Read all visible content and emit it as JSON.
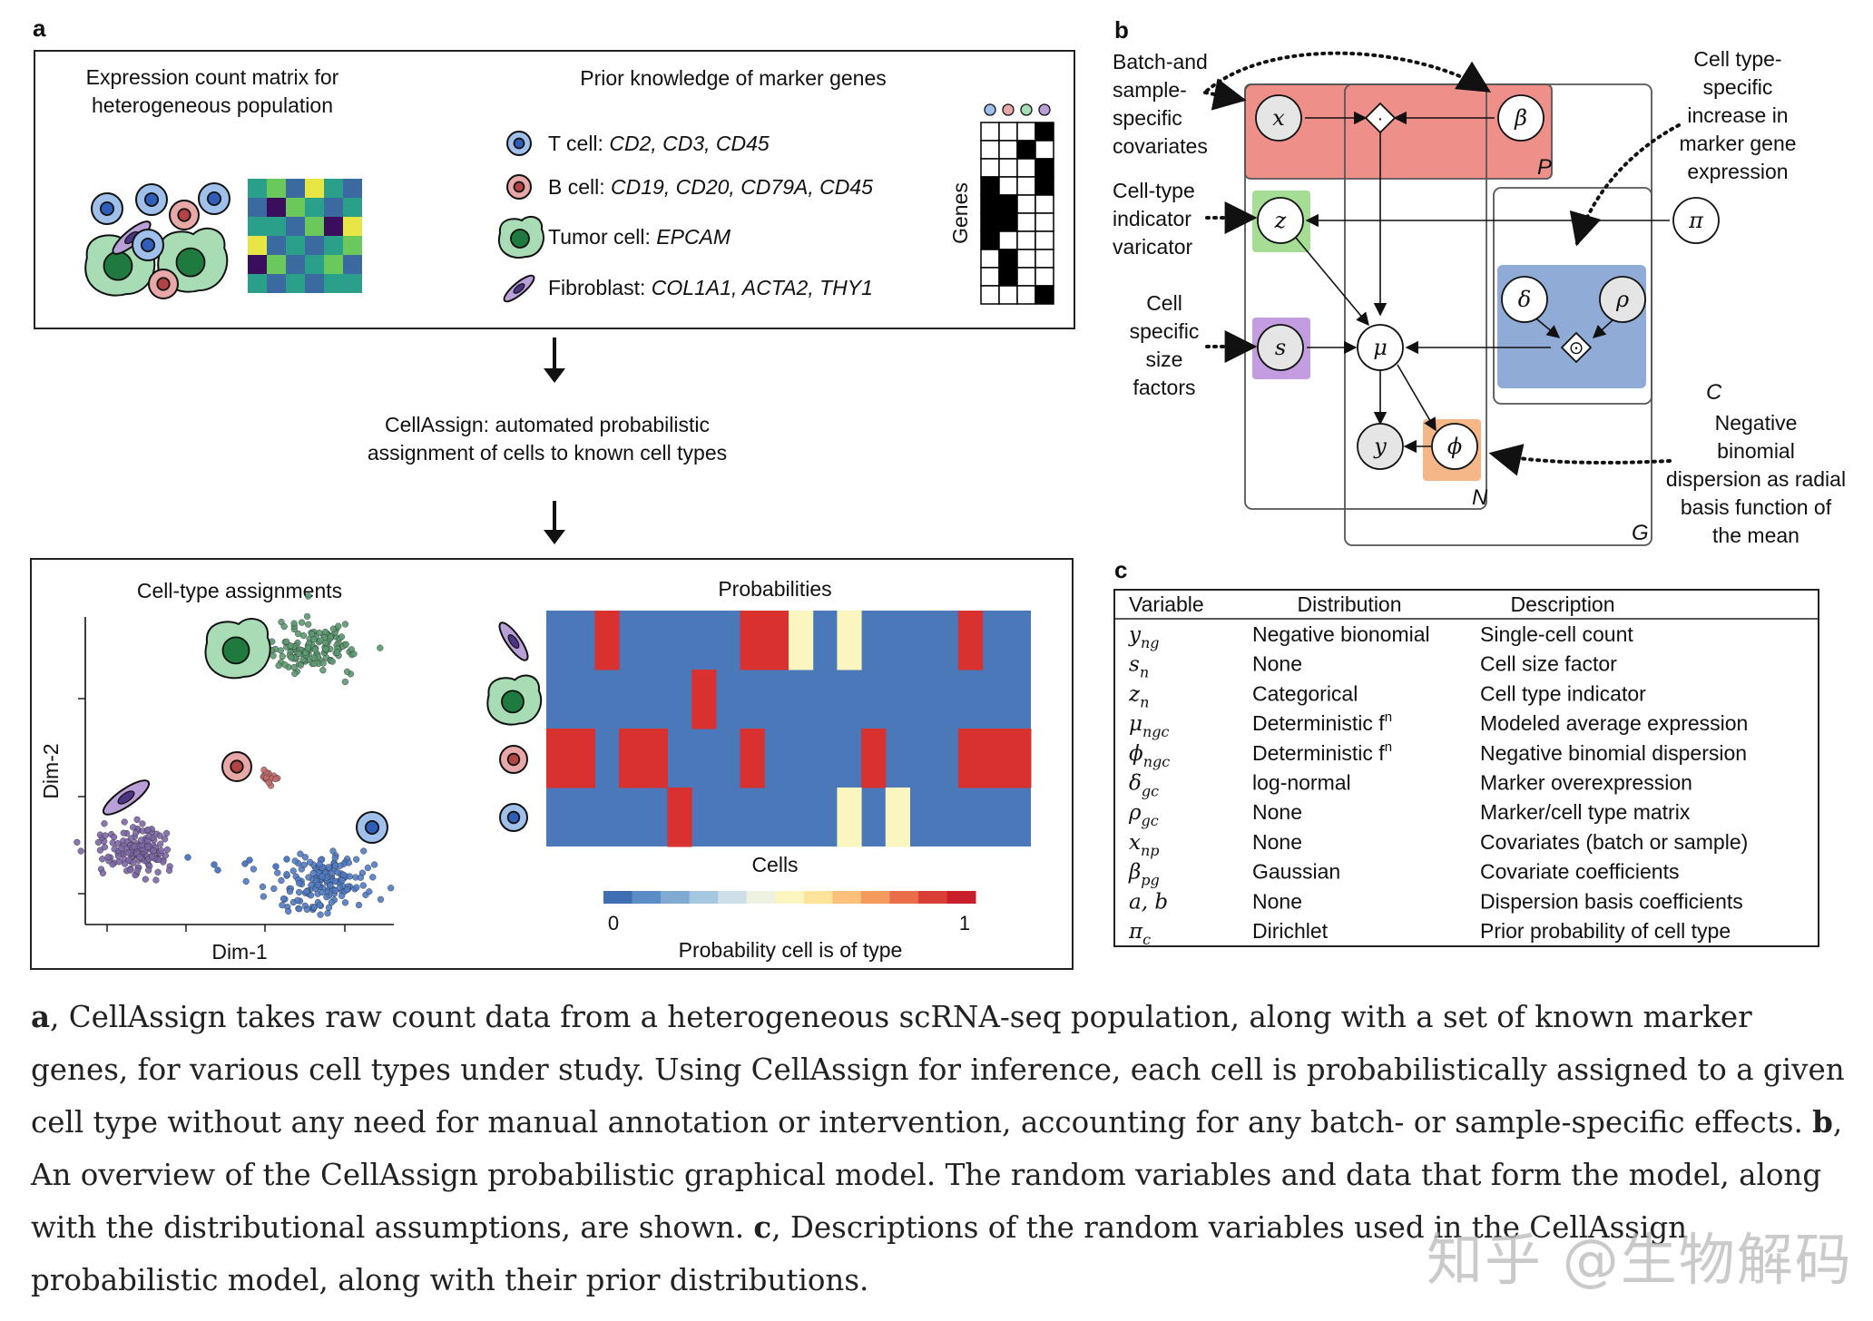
{
  "panel_a": {
    "letter": "a",
    "matrix_title": [
      "Expression count matrix for",
      "heterogeneous population"
    ],
    "prior_title": "Prior knowledge of marker genes",
    "markers": [
      {
        "cell": "T cell: ",
        "genes": "CD2, CD3, CD45",
        "icon": "t-cell-icon"
      },
      {
        "cell": "B cell: ",
        "genes": "CD19, CD20, CD79A, CD45",
        "icon": "b-cell-icon"
      },
      {
        "cell": "Tumor cell: ",
        "genes": "EPCAM",
        "icon": "tumor-cell-icon"
      },
      {
        "cell": "Fibroblast: ",
        "genes": "COL1A1, ACTA2, THY1",
        "icon": "fibroblast-icon"
      }
    ],
    "genes_label": "Genes",
    "binary_matrix": [
      [
        0,
        0,
        0,
        1
      ],
      [
        0,
        0,
        1,
        0
      ],
      [
        0,
        0,
        0,
        1
      ],
      [
        1,
        0,
        0,
        1
      ],
      [
        1,
        1,
        0,
        0
      ],
      [
        1,
        1,
        0,
        0
      ],
      [
        1,
        0,
        0,
        0
      ],
      [
        0,
        1,
        0,
        0
      ],
      [
        0,
        1,
        0,
        0
      ],
      [
        0,
        0,
        0,
        1
      ]
    ],
    "heatmap": [
      [
        2,
        3,
        1,
        4,
        2,
        1
      ],
      [
        1,
        0,
        3,
        2,
        1,
        2
      ],
      [
        2,
        2,
        1,
        3,
        0,
        4
      ],
      [
        4,
        1,
        2,
        1,
        2,
        3
      ],
      [
        0,
        3,
        1,
        2,
        3,
        1
      ],
      [
        2,
        1,
        2,
        1,
        2,
        2
      ]
    ],
    "step_label": [
      "CellAssign: automated probabilistic",
      "assignment of cells to known cell types"
    ],
    "assign_title": "Cell-type assignments",
    "xlabel": "Dim-1",
    "ylabel": "Dim-2",
    "prob_title": "Probabilities",
    "cells_label": "Cells",
    "colorbar_min": "0",
    "colorbar_max": "1",
    "colorbar_label": "Probability cell is of type",
    "prob_rows": [
      "bbrbbbbbrrybybbbbrbb",
      "bbbbbbrbbbbbbbbbbbbb",
      "rrbrrbbbrbbbbrbbbrrr",
      "bbbbbrbbbbbbybybbbbb"
    ]
  },
  "panel_b": {
    "letter": "b",
    "left_annotations": [
      [
        "Batch-and",
        "sample-",
        "specific",
        "covariates"
      ],
      [
        "Cell-type",
        "indicator",
        "varicator"
      ],
      [
        "Cell",
        "specific",
        "size",
        "factors"
      ]
    ],
    "right_annotations": [
      [
        "Cell type-",
        "specific",
        "increase in",
        "marker gene",
        "expression"
      ],
      [
        "Negative",
        "binomial",
        "dispersion as radial",
        "basis function of",
        "the mean"
      ]
    ],
    "nodes": {
      "x": "x",
      "beta": "β",
      "z": "z",
      "pi": "π",
      "delta": "δ",
      "rho": "ρ",
      "s": "s",
      "mu": "μ",
      "y": "y",
      "phi": "ϕ"
    },
    "operators": {
      "dot": "·",
      "odot": "⊙"
    },
    "plates": {
      "P": "P",
      "G": "G",
      "C": "C",
      "N": "N"
    }
  },
  "panel_c": {
    "letter": "c",
    "headers": [
      "Variable",
      "Distribution",
      "Description"
    ],
    "rows": [
      {
        "sym": "y",
        "sub": "ng",
        "dist": "Negative bionomial",
        "sup": "",
        "desc": "Single-cell count"
      },
      {
        "sym": "s",
        "sub": "n",
        "dist": "None",
        "sup": "",
        "desc": "Cell size factor"
      },
      {
        "sym": "z",
        "sub": "n",
        "dist": "Categorical",
        "sup": "",
        "desc": "Cell type indicator"
      },
      {
        "sym": "μ",
        "sub": "ngc",
        "dist": "Deterministic f",
        "sup": "n",
        "desc": "Modeled average expression"
      },
      {
        "sym": "ϕ",
        "sub": "ngc",
        "dist": "Deterministic f",
        "sup": "n",
        "desc": "Negative binomial dispersion"
      },
      {
        "sym": "δ",
        "sub": "gc",
        "dist": "log-normal",
        "sup": "",
        "desc": "Marker overexpression"
      },
      {
        "sym": "ρ",
        "sub": "gc",
        "dist": "None",
        "sup": "",
        "desc": "Marker/cell type matrix"
      },
      {
        "sym": "x",
        "sub": "np",
        "dist": "None",
        "sup": "",
        "desc": "Covariates (batch or sample)"
      },
      {
        "sym": "β",
        "sub": "pg",
        "dist": "Gaussian",
        "sup": "",
        "desc": "Covariate coefficients"
      },
      {
        "sym": "a, b",
        "sub": "",
        "dist": "None",
        "sup": "",
        "desc": "Dispersion basis coefficients"
      },
      {
        "sym": "π",
        "sub": "c",
        "dist": "Dirichlet",
        "sup": "",
        "desc": "Prior probability of cell type"
      }
    ]
  },
  "caption": {
    "a_label": "a",
    "a_text": ", CellAssign takes raw count data from a heterogeneous scRNA-seq population, along with a set of known marker genes, for various cell types under study. Using CellAssign for inference, each cell is probabilistically assigned to a given cell type without any need for manual annotation or intervention, accounting for any batch- or sample-specific effects. ",
    "b_label": "b",
    "b_text": ", An overview of the CellAssign probabilistic graphical model. The random variables and data that form the model, along with the distributional assumptions, are shown. ",
    "c_label": "c",
    "c_text": ", Descriptions of the random variables used in the CellAssign probabilistic model, along with their prior distributions."
  },
  "watermark": "知乎 @生物解码",
  "colors": {
    "t_cell": "#9ec0ea",
    "b_cell": "#e8a8a8",
    "tumor": "#a8dcb4",
    "fibro": "#b9a0d8",
    "prob_low": "#4a78b8",
    "prob_high": "#d93030",
    "prob_mid": "#fbf5c0",
    "plate_P": "#ee8f89",
    "plate_C": "#90acd6",
    "z_box": "#a5dd95",
    "s_box": "#c39de0",
    "phi_box": "#f5b787"
  }
}
